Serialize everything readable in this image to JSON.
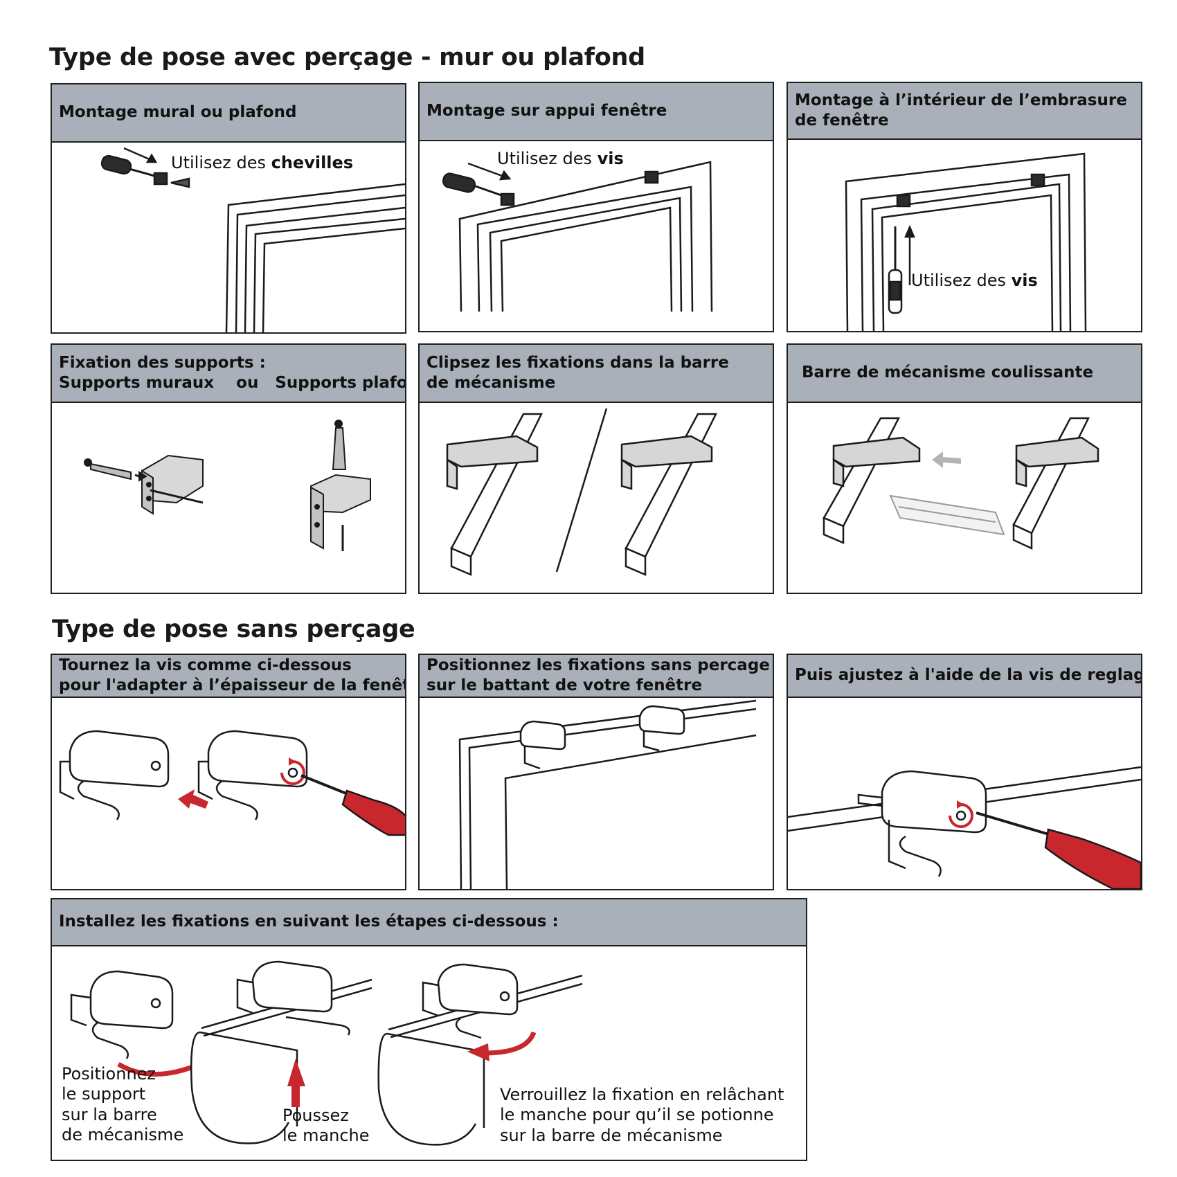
{
  "section_drilling": {
    "title": "Type de pose avec perçage - mur ou plafond"
  },
  "panels_drilling": [
    {
      "header": [
        "Montage mural ou plafond"
      ],
      "callout": {
        "prefix": "Utilisez des ",
        "bold": "chevilles"
      }
    },
    {
      "header": [
        "Montage sur appui fenêtre"
      ],
      "callout": {
        "prefix": "Utilisez des ",
        "bold": "vis"
      }
    },
    {
      "header": [
        "Montage à l’intérieur de l’embrasure",
        "de fenêtre"
      ],
      "callout": {
        "prefix": "Utilisez des ",
        "bold": "vis"
      }
    },
    {
      "header": [
        "Fixation des supports :",
        "Supports muraux    ou   Supports plafond"
      ]
    },
    {
      "header": [
        "Clipsez les fixations dans la barre",
        "de mécanisme"
      ]
    },
    {
      "header": [
        "Barre de mécanisme coulissante"
      ]
    }
  ],
  "section_no_drilling": {
    "title": "Type de pose sans perçage"
  },
  "panels_no_drilling": [
    {
      "header": [
        "Tournez la vis comme ci-dessous",
        "pour l'adapter à l’épaisseur de la fenêtre"
      ]
    },
    {
      "header": [
        "Positionnez les fixations sans percage",
        "sur le battant de votre fenêtre"
      ]
    },
    {
      "header": [
        "Puis ajustez à l'aide de la vis de reglage"
      ]
    }
  ],
  "install_panel": {
    "header": [
      "Installez les fixations en suivant les étapes ci-dessous :"
    ],
    "steps": [
      {
        "lines": [
          "Positionnez",
          "le support",
          "sur la barre",
          "de mécanisme"
        ]
      },
      {
        "lines": [
          "Poussez",
          "le manche"
        ]
      },
      {
        "lines": [
          "Verrouillez la fixation en relâchant",
          "le manche pour qu’il se potionne",
          "sur la barre de mécanisme"
        ]
      }
    ]
  },
  "colors": {
    "header_bg": "#aab0b9",
    "border": "#1f1f1f",
    "accent_red": "#c8282d",
    "arrow_grey": "#b4b4b4"
  },
  "icons": [
    "screwdriver-icon",
    "wall-plug-icon",
    "bracket-icon",
    "rotate-arrow-icon",
    "push-arrow-icon"
  ]
}
